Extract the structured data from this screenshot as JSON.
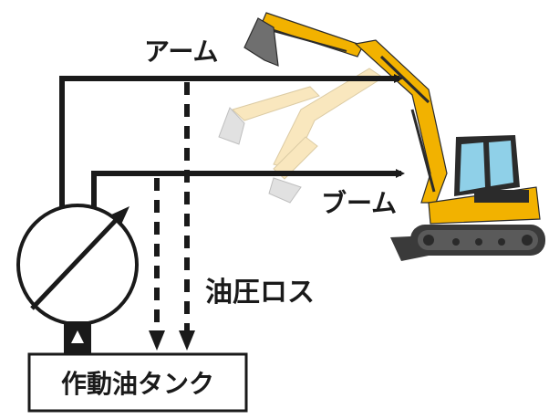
{
  "labels": {
    "arm": "アーム",
    "boom": "ブーム",
    "oil_loss": "油圧ロス",
    "tank": "作動油タンク"
  },
  "colors": {
    "line": "#1a1a1a",
    "machine_yellow": "#f2b200",
    "ghost_yellow": "#f5d48a",
    "ghost_gray": "#c9c9c9",
    "cab_glass": "#8fd0e8",
    "track": "#3a3a3a"
  },
  "icons": [
    "excavator-illustration",
    "variable-pump-symbol"
  ]
}
